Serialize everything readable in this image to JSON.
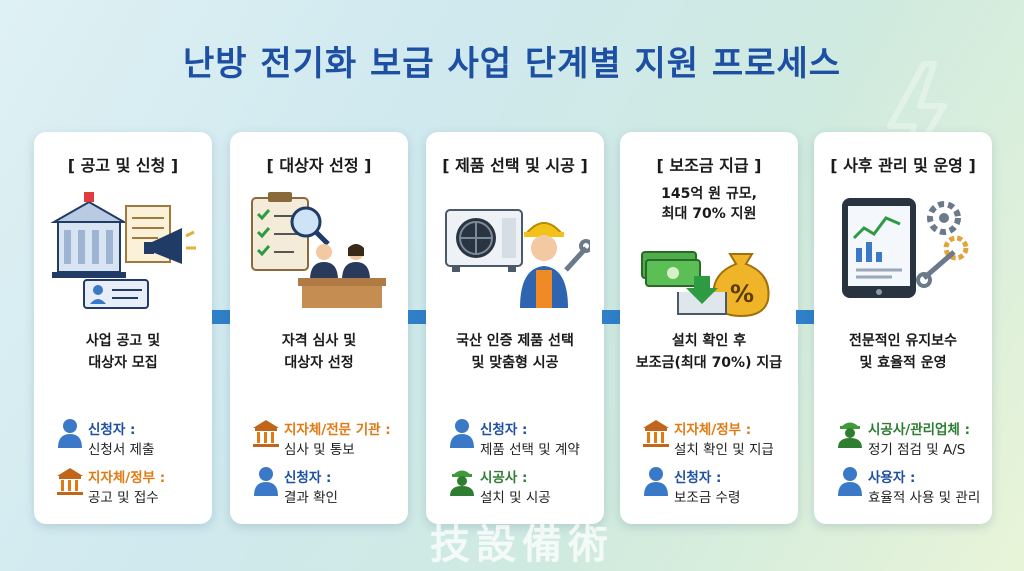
{
  "title": "난방 전기화 보급 사업 단계별 지원 프로세스",
  "watermark": "技設備術",
  "steps": [
    {
      "title": "[ 공고 및 신청 ]",
      "lines": [
        "사업 공고 및",
        "대상자 모집"
      ],
      "roles": [
        {
          "label": "신청자 :",
          "text": "신청서 제출",
          "icon": "person-icon",
          "color": "#1d4fa3"
        },
        {
          "label": "지자체/정부 :",
          "text": "공고 및 접수",
          "icon": "government-building-icon",
          "color": "#e07a12"
        }
      ]
    },
    {
      "title": "[ 대상자 선정 ]",
      "lines": [
        "자격 심사 및",
        "대상자 선정"
      ],
      "roles": [
        {
          "label": "지자체/전문 기관 :",
          "text": "심사 및 통보",
          "icon": "government-building-icon",
          "color": "#e07a12"
        },
        {
          "label": "신청자 :",
          "text": "결과 확인",
          "icon": "person-icon",
          "color": "#1d4fa3"
        }
      ]
    },
    {
      "title": "[ 제품 선택 및 시공 ]",
      "lines": [
        "국산 인증 제품 선택",
        "및 맞춤형 시공"
      ],
      "roles": [
        {
          "label": "신청자 :",
          "text": "제품 선택 및 계약",
          "icon": "person-icon",
          "color": "#1d4fa3"
        },
        {
          "label": "시공사 :",
          "text": "설치 및 시공",
          "icon": "worker-icon",
          "color": "#2f7d32"
        }
      ]
    },
    {
      "title": "[ 보조금 지급 ]",
      "subtitle": [
        "145억 원 규모,",
        "최대 70% 지원"
      ],
      "lines": [
        "설치 확인 후",
        "보조금(최대 70%) 지급"
      ],
      "roles": [
        {
          "label": "지자체/정부 :",
          "text": "설치 확인 및 지급",
          "icon": "government-building-icon",
          "color": "#e07a12"
        },
        {
          "label": "신청자 :",
          "text": "보조금 수령",
          "icon": "person-icon",
          "color": "#1d4fa3"
        }
      ]
    },
    {
      "title": "[ 사후 관리 및 운영 ]",
      "lines": [
        "전문적인 유지보수",
        "및 효율적 운영"
      ],
      "roles": [
        {
          "label": "시공사/관리업체 :",
          "text": "정기 점검 및 A/S",
          "icon": "worker-icon",
          "color": "#2f7d32"
        },
        {
          "label": "사용자 :",
          "text": "효율적 사용 및 관리",
          "icon": "person-icon",
          "color": "#1d4fa3"
        }
      ]
    }
  ]
}
